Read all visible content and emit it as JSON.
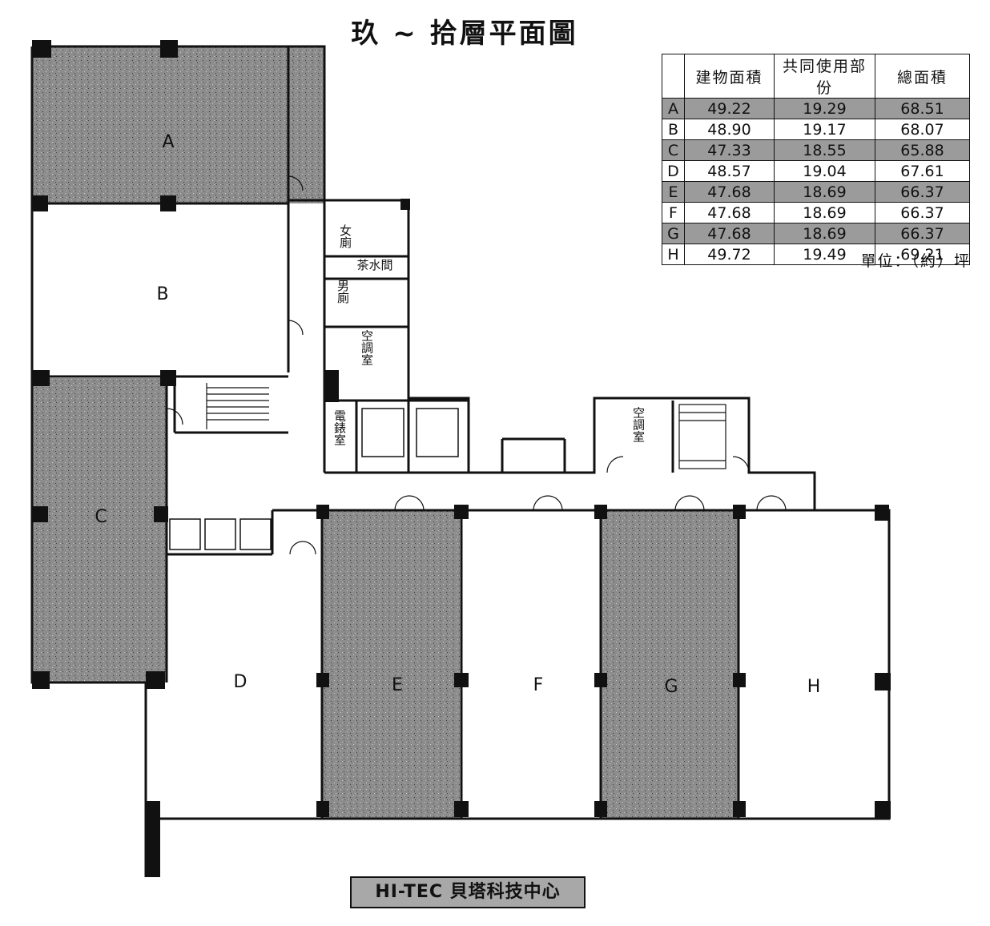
{
  "title": "玖 ~ 拾層平面圖",
  "table": {
    "headers": [
      "建物面積",
      "共同使用部份",
      "總面積"
    ],
    "rows": [
      {
        "unit": "A",
        "building_area": "49.22",
        "common_area": "19.29",
        "total_area": "68.51",
        "shaded": true
      },
      {
        "unit": "B",
        "building_area": "48.90",
        "common_area": "19.17",
        "total_area": "68.07",
        "shaded": false
      },
      {
        "unit": "C",
        "building_area": "47.33",
        "common_area": "18.55",
        "total_area": "65.88",
        "shaded": true
      },
      {
        "unit": "D",
        "building_area": "48.57",
        "common_area": "19.04",
        "total_area": "67.61",
        "shaded": false
      },
      {
        "unit": "E",
        "building_area": "47.68",
        "common_area": "18.69",
        "total_area": "66.37",
        "shaded": true
      },
      {
        "unit": "F",
        "building_area": "47.68",
        "common_area": "18.69",
        "total_area": "66.37",
        "shaded": false
      },
      {
        "unit": "G",
        "building_area": "47.68",
        "common_area": "18.69",
        "total_area": "66.37",
        "shaded": true
      },
      {
        "unit": "H",
        "building_area": "49.72",
        "common_area": "19.49",
        "total_area": "69.21",
        "shaded": false
      }
    ],
    "unit_note": "單位：（約）坪"
  },
  "plan": {
    "units": {
      "A": "A",
      "B": "B",
      "C": "C",
      "D": "D",
      "E": "E",
      "F": "F",
      "G": "G",
      "H": "H"
    },
    "rooms": {
      "womens_restroom": "女廁",
      "tea_room": "茶水間",
      "mens_restroom": "男廁",
      "ac_room_1": "空調室",
      "meter_room": "電錶室",
      "ac_room_2": "空調室"
    }
  },
  "footer": "HI-TEC 貝塔科技中心",
  "colors": {
    "shaded_unit": "#8c8c8c",
    "wall": "#111111",
    "table_shade": "#9b9b9b"
  }
}
